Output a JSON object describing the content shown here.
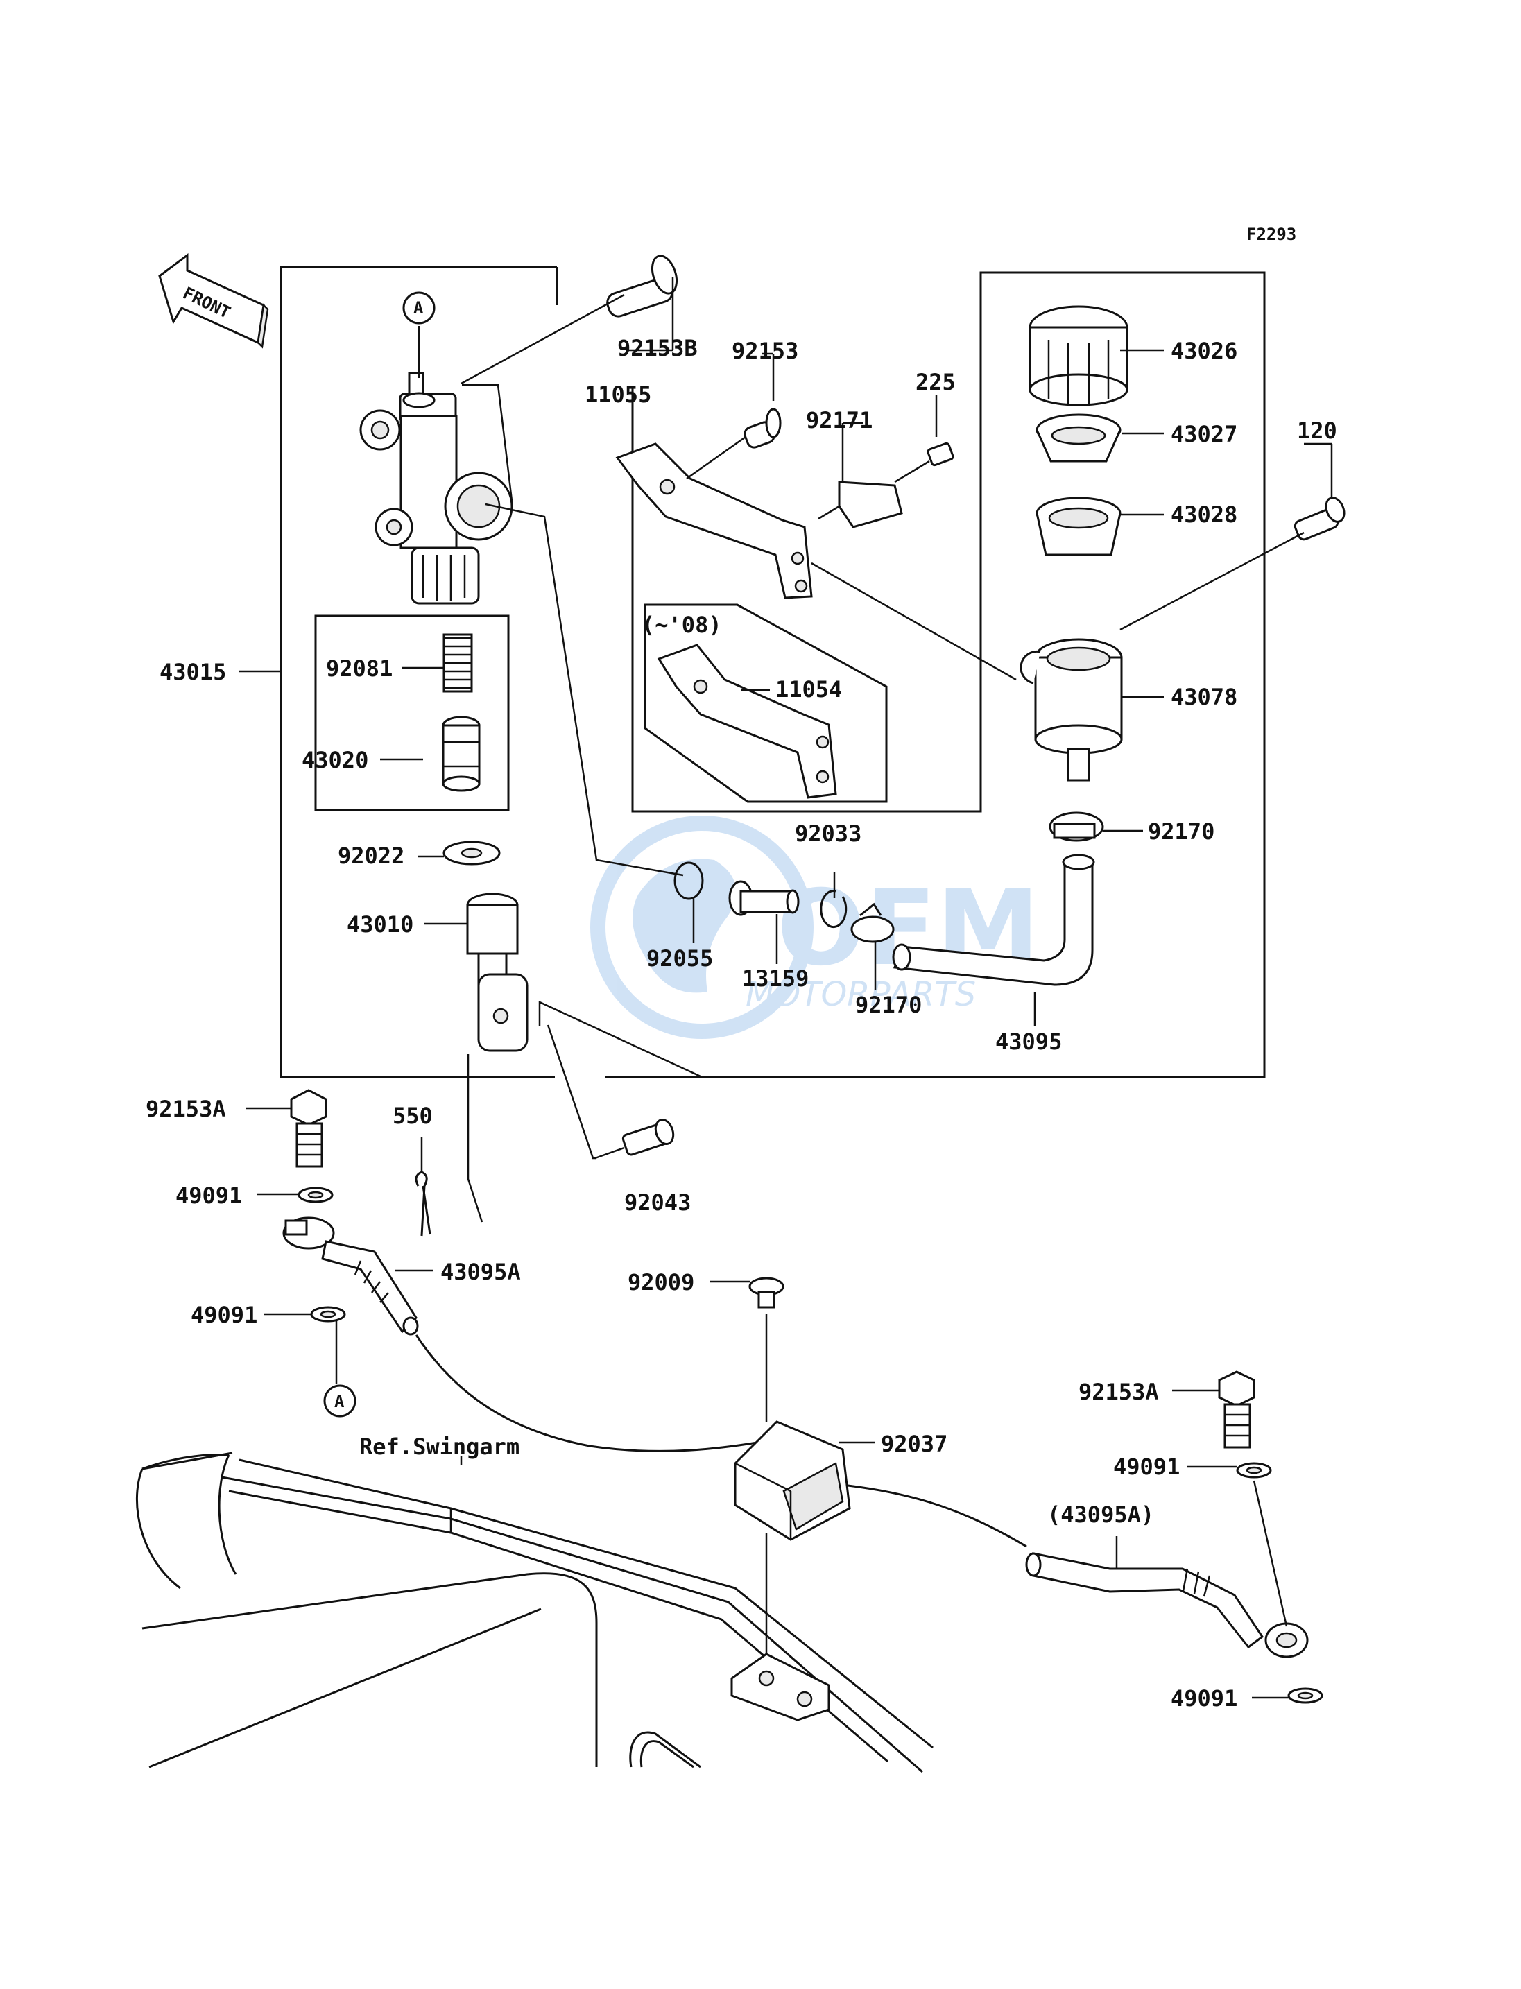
{
  "figure_code": "F2293",
  "front_label": "FRONT",
  "reference_A": "A",
  "watermark": {
    "main": "OEM",
    "sub": "MOTORPARTS",
    "color": "#2f7fd6"
  },
  "labels": {
    "p92153B": "92153B",
    "p92153": "92153",
    "p11055": "11055",
    "p225": "225",
    "p92171": "92171",
    "p43026": "43026",
    "p43027": "43027",
    "p43028": "43028",
    "p120": "120",
    "p43015": "43015",
    "p92081": "92081",
    "p43020": "43020",
    "p_note08": "(~'08)",
    "p11054": "11054",
    "p43078": "43078",
    "p92170a": "92170",
    "p92022": "92022",
    "p92033": "92033",
    "p43010": "43010",
    "p92055": "92055",
    "p13159": "13159",
    "p92170b": "92170",
    "p43095": "43095",
    "p92153A_1": "92153A",
    "p550": "550",
    "p92043": "92043",
    "p49091_1": "49091",
    "p43095A": "43095A",
    "p92009": "92009",
    "p49091_2": "49091",
    "p92153A_2": "92153A",
    "p92037": "92037",
    "p_refswing": "Ref.Swingarm",
    "p49091_3": "49091",
    "p43095A_ref": "(43095A)",
    "p49091_4": "49091"
  }
}
